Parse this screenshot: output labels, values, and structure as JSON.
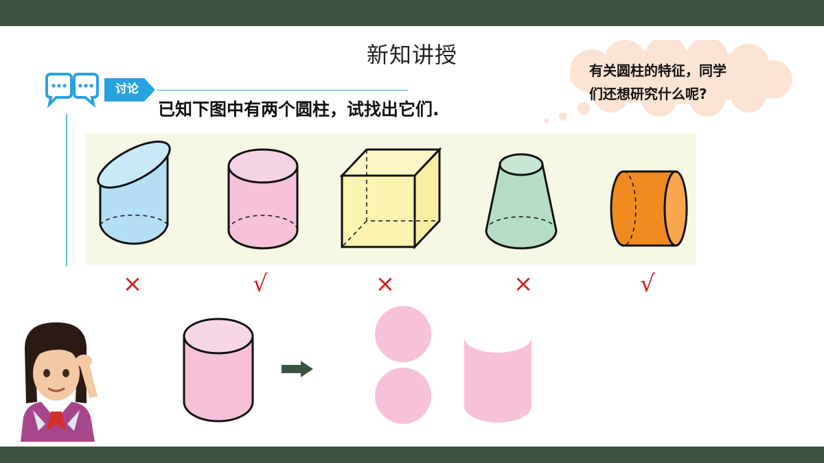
{
  "page": {
    "title": "新知讲授"
  },
  "discussion": {
    "tag_label": "讨论",
    "question": "已知下图中有两个圆柱，试找出它们."
  },
  "thought_bubble": {
    "line1": "有关圆柱的特征，同学",
    "line2": "们还想研究什么呢?"
  },
  "shapes": [
    {
      "name": "oblique-cylinder",
      "mark": "×"
    },
    {
      "name": "cylinder",
      "mark": "√"
    },
    {
      "name": "cube",
      "mark": "×"
    },
    {
      "name": "frustum",
      "mark": "×"
    },
    {
      "name": "horizontal-cylinder",
      "mark": "√"
    }
  ],
  "colors": {
    "bar": "#3b5442",
    "accent_blue": "#29a3e0",
    "panel": "#f6f8e5",
    "mark_red": "#d02020",
    "cylinder_pink": "#f6c1d9"
  },
  "icons": [
    "chat-bubbles-icon",
    "arrow-right-icon"
  ]
}
